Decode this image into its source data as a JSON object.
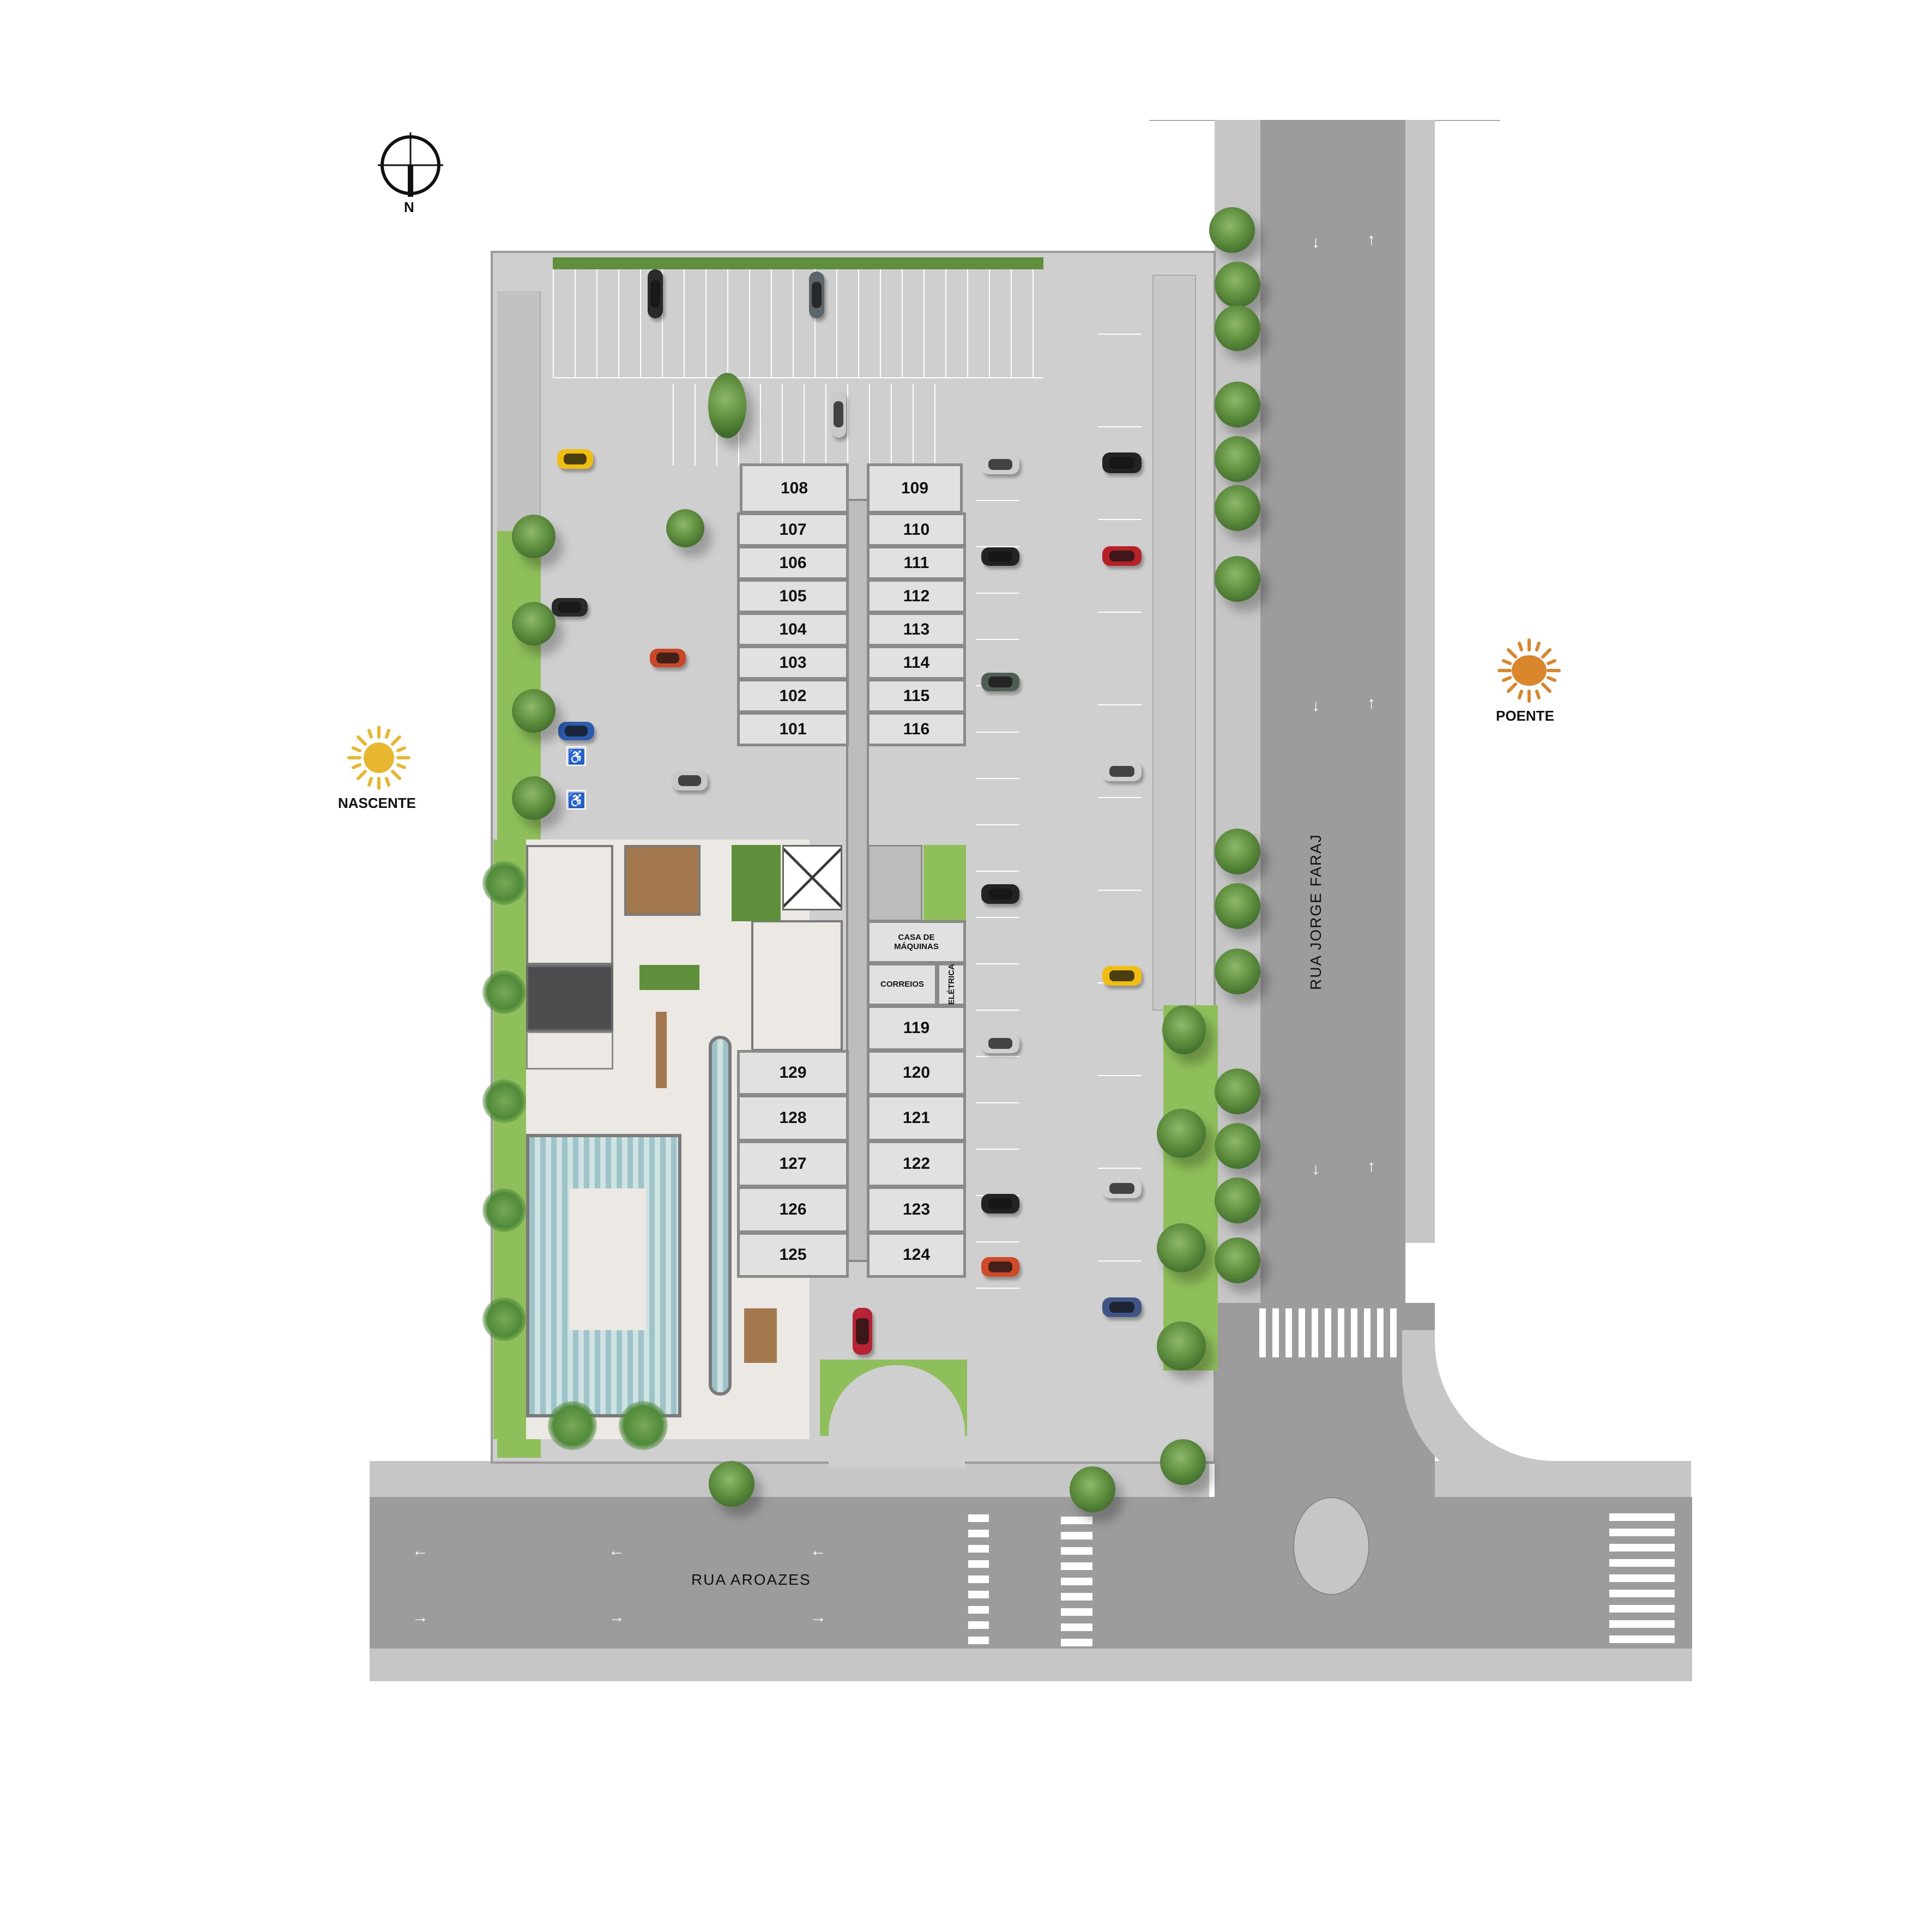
{
  "compass": {
    "label": "N",
    "icon": "north-arrow-icon"
  },
  "sun_markers": {
    "east": {
      "label": "NASCENTE",
      "icon": "sun-icon",
      "color": "#e9b62f"
    },
    "west": {
      "label": "POENTE",
      "icon": "sun-icon",
      "color": "#d9862d"
    }
  },
  "streets": {
    "right": {
      "name": "RUA JORGE FARAJ"
    },
    "bottom": {
      "name": "RUA AROAZES"
    }
  },
  "units": {
    "left_column_top": [
      "108",
      "107",
      "106",
      "105",
      "104",
      "103",
      "102",
      "101"
    ],
    "right_column_top": [
      "109",
      "110",
      "111",
      "112",
      "113",
      "114",
      "115",
      "116"
    ],
    "left_column_bottom": [
      "129",
      "128",
      "127",
      "126",
      "125"
    ],
    "right_column_bottom": [
      "119",
      "120",
      "121",
      "122",
      "123",
      "124"
    ]
  },
  "service_rooms": {
    "machine_room": "CASA DE MÁQUINAS",
    "mail_room": "CORREIOS",
    "electrical_room": "ELÉTRICA"
  },
  "colors": {
    "asphalt": "#9c9c9c",
    "sidewalk": "#c6c6c6",
    "parking": "#cfcfcf",
    "unit_fill": "#e1e1e1",
    "grass": "#8fbf5a"
  }
}
